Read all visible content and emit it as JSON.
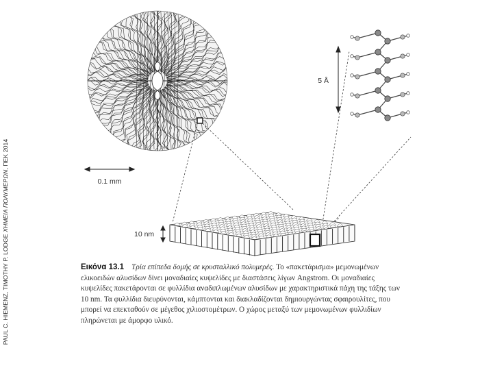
{
  "side_credit": {
    "authors": "PAUL C. HIEMENZ, TIMOTHY P. LODGE",
    "title": "ΧΗΜΕΙΑ ΠΟΛΥΜΕΡΩΝ",
    "publisher": "ΠΕΚ 2014"
  },
  "figure": {
    "label_angstrom": "5 Å",
    "label_scale": "0.1 mm",
    "label_thickness": "10 nm"
  },
  "caption": {
    "label": "Εικόνα 13.1",
    "title": "Τρία επίπεδα δομής σε κρυσταλλικό πολυμερές.",
    "body": "Το «πακετάρισμα» μεμονωμένων ελικοειδών αλυσίδων δίνει μοναδιαίες κυψελίδες με διαστάσεις λίγων Angstrom. Οι μοναδιαίες κυψελίδες πακετάρονται σε φυλλίδια αναδιπλωμένων αλυσίδων με χαρακτηριστικά πάχη της τάξης των 10 nm. Τα φυλλίδια διευρύνονται, κάμπτονται και διακλαδίζονται δημιουργώντας σφαιρουλίτες, που μπορεί να επεκταθούν σε μέγεθος χιλιοστομέτρων. Ο χώρος μεταξύ των μεμονωμένων φυλλιδίων πληρώνεται με άμορφο υλικό."
  }
}
